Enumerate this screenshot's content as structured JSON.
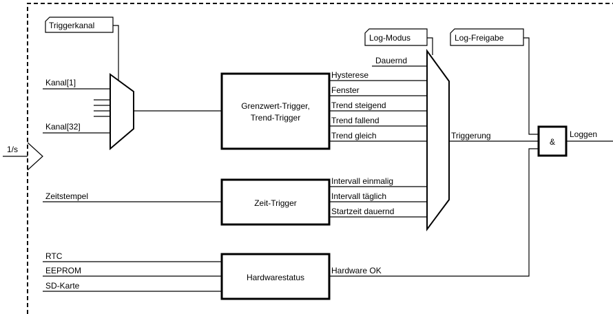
{
  "inputs": {
    "triggerkanal": "Triggerkanal",
    "kanal_1": "Kanal[1]",
    "kanal_32": "Kanal[32]",
    "clock": "1/s",
    "zeitstempel": "Zeitstempel",
    "rtc": "RTC",
    "eeprom": "EEPROM",
    "sd_karte": "SD-Karte",
    "log_modus": "Log-Modus",
    "log_freigabe": "Log-Freigabe"
  },
  "blocks": {
    "grenzwert_line1": "Grenzwert-Trigger,",
    "grenzwert_line2": "Trend-Trigger",
    "zeit_trigger": "Zeit-Trigger",
    "hardwarestatus": "Hardwarestatus",
    "and_gate": "&"
  },
  "mux_inputs": {
    "dauernd": "Dauernd",
    "hysterese": "Hysterese",
    "fenster": "Fenster",
    "trend_steigend": "Trend steigend",
    "trend_fallend": "Trend fallend",
    "trend_gleich": "Trend gleich",
    "intervall_einmalig": "Intervall einmalig",
    "intervall_taeglich": "Intervall täglich",
    "startzeit_dauernd": "Startzeit dauernd"
  },
  "outputs": {
    "triggerung": "Triggerung",
    "hardware_ok": "Hardware OK",
    "loggen": "Loggen"
  }
}
